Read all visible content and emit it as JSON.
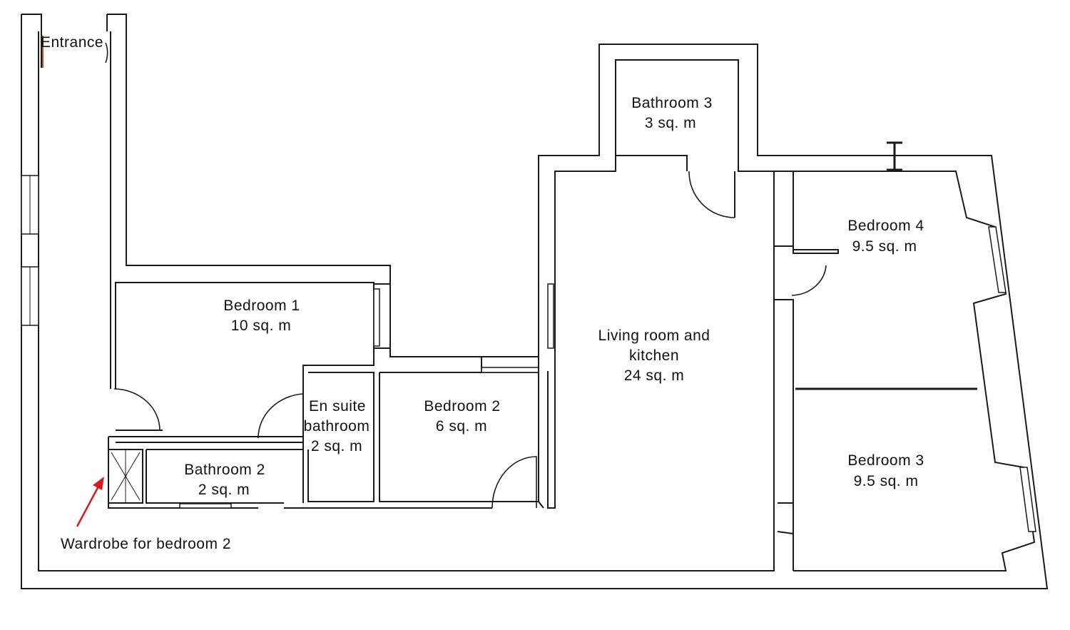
{
  "labels": {
    "entrance": "Entrance",
    "bathroom3_name": "Bathroom 3",
    "bathroom3_area": "3 sq. m",
    "bedroom1_name": "Bedroom 1",
    "bedroom1_area": "10 sq. m",
    "living_line1": "Living room and",
    "living_line2": "kitchen",
    "living_area": "24 sq. m",
    "bedroom4_name": "Bedroom 4",
    "bedroom4_area": "9.5 sq. m",
    "ensuite_line1": "En suite",
    "ensuite_line2": "bathroom",
    "ensuite_area": "2 sq. m",
    "bedroom2_name": "Bedroom 2",
    "bedroom2_area": "6 sq. m",
    "bathroom2_name": "Bathroom 2",
    "bathroom2_area": "2 sq. m",
    "bedroom3_name": "Bedroom 3",
    "bedroom3_area": "9.5 sq. m",
    "wardrobe_note": "Wardrobe for bedroom 2"
  },
  "colors": {
    "line": "#1a1a1a",
    "arrow": "#d41a1a",
    "entrance_mark": "#c0501a"
  }
}
